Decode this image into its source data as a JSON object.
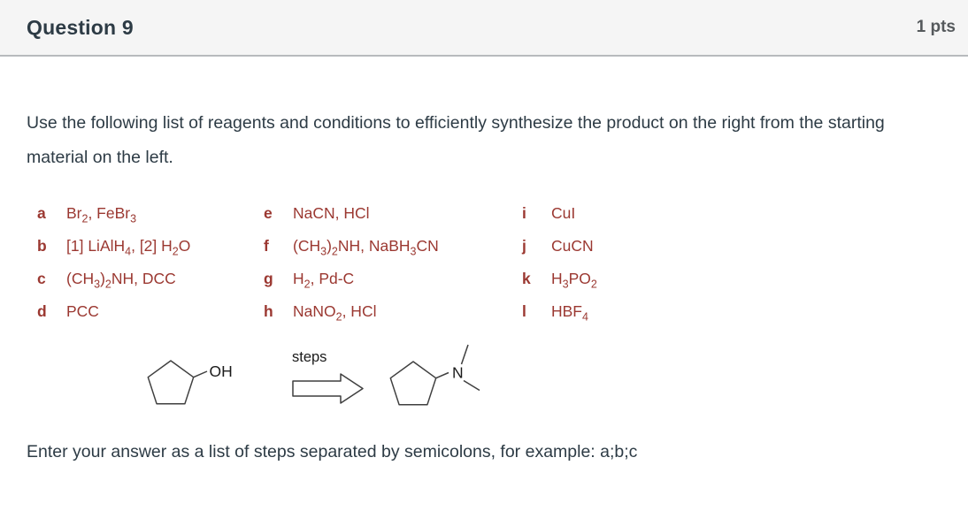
{
  "header": {
    "title": "Question 9",
    "points": "1 pts"
  },
  "question": {
    "prompt": "Use the following list of reagents and conditions to efficiently synthesize the product on the right from the starting material on the left.",
    "answer_format_note": "Enter your answer as a list of steps separated by semicolons, for example: a;b;c"
  },
  "reagents": {
    "text_color": "#9b3831",
    "columns": [
      {
        "items": [
          {
            "letter": "a",
            "formula": [
              [
                "t",
                "Br"
              ],
              [
                "s",
                "2"
              ],
              [
                "t",
                ", FeBr"
              ],
              [
                "s",
                "3"
              ]
            ]
          },
          {
            "letter": "b",
            "formula": [
              [
                "t",
                "[1] LiAlH"
              ],
              [
                "s",
                "4"
              ],
              [
                "t",
                ", [2] H"
              ],
              [
                "s",
                "2"
              ],
              [
                "t",
                "O"
              ]
            ]
          },
          {
            "letter": "c",
            "formula": [
              [
                "t",
                "(CH"
              ],
              [
                "s",
                "3"
              ],
              [
                "t",
                ")"
              ],
              [
                "s",
                "2"
              ],
              [
                "t",
                "NH, DCC"
              ]
            ]
          },
          {
            "letter": "d",
            "formula": [
              [
                "t",
                "PCC"
              ]
            ]
          }
        ]
      },
      {
        "items": [
          {
            "letter": "e",
            "formula": [
              [
                "t",
                "NaCN, HCl"
              ]
            ]
          },
          {
            "letter": "f",
            "formula": [
              [
                "t",
                "(CH"
              ],
              [
                "s",
                "3"
              ],
              [
                "t",
                ")"
              ],
              [
                "s",
                "2"
              ],
              [
                "t",
                "NH, NaBH"
              ],
              [
                "s",
                "3"
              ],
              [
                "t",
                "CN"
              ]
            ]
          },
          {
            "letter": "g",
            "formula": [
              [
                "t",
                "H"
              ],
              [
                "s",
                "2"
              ],
              [
                "t",
                ", Pd-C"
              ]
            ]
          },
          {
            "letter": "h",
            "formula": [
              [
                "t",
                "NaNO"
              ],
              [
                "s",
                "2"
              ],
              [
                "t",
                ", HCl"
              ]
            ]
          }
        ]
      },
      {
        "items": [
          {
            "letter": "i",
            "formula": [
              [
                "t",
                "CuI"
              ]
            ]
          },
          {
            "letter": "j",
            "formula": [
              [
                "t",
                "CuCN"
              ]
            ]
          },
          {
            "letter": "k",
            "formula": [
              [
                "t",
                "H"
              ],
              [
                "s",
                "3"
              ],
              [
                "t",
                "PO"
              ],
              [
                "s",
                "2"
              ]
            ]
          },
          {
            "letter": "l",
            "formula": [
              [
                "t",
                "HBF"
              ],
              [
                "s",
                "4"
              ]
            ]
          }
        ]
      }
    ]
  },
  "scheme": {
    "arrow_label": "steps",
    "reactant_label": "OH",
    "product_label": "N"
  },
  "colors": {
    "header_bg": "#f5f5f5",
    "header_border": "#b7babd",
    "body_text": "#2d3b45",
    "points_text": "#55595c",
    "structure_stroke": "#3f3f3f"
  }
}
